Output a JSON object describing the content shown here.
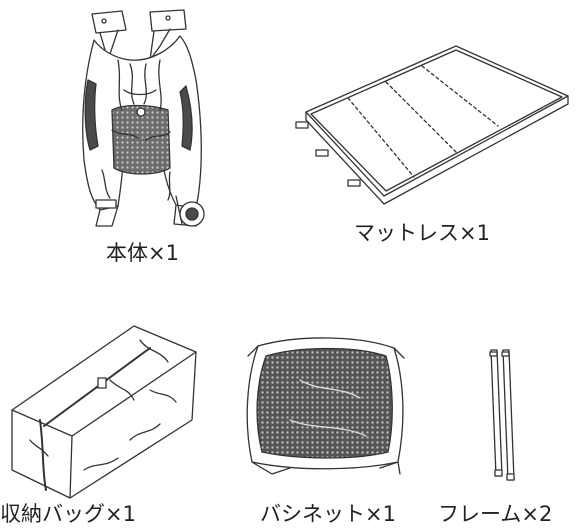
{
  "parts": [
    {
      "id": "main-unit",
      "label": "本体×1"
    },
    {
      "id": "mattress",
      "label": "マットレス×1"
    },
    {
      "id": "storage-bag",
      "label": "収納バッグ×1"
    },
    {
      "id": "bassinet",
      "label": "バシネット×1"
    },
    {
      "id": "frame",
      "label": "フレーム×2"
    }
  ],
  "colors": {
    "line": "#333333",
    "dark_fabric": "#4a4a4a",
    "mesh": "#6a6a6a",
    "text": "#222222"
  }
}
